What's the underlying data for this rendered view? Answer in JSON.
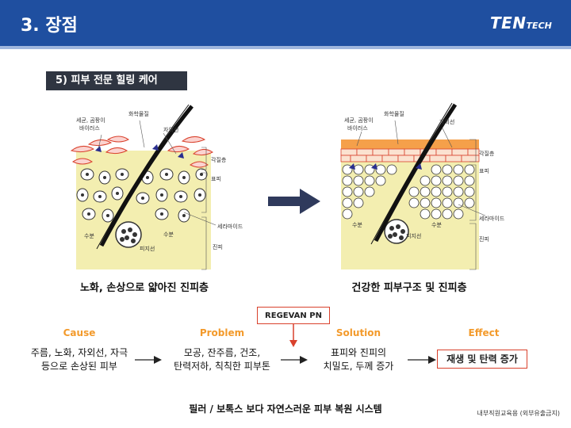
{
  "header": {
    "title": "3. 장점",
    "logo_main": "TEN",
    "logo_sub": "TECH"
  },
  "section": {
    "label": "5) 피부 전문 힐링 케어"
  },
  "left_panel": {
    "caption": "노화, 손상으로 얇아진 진피층",
    "tags": {
      "bacteria": [
        "세균, 곰팡이",
        "바이러스"
      ],
      "chemical": "화학물질",
      "uv": "자외선",
      "stratum": "각질층",
      "epidermis": "표피",
      "ceramide": "세라마이드",
      "dermis": "진피",
      "moisture_left": "수분",
      "moisture_right": "수분",
      "sebum": "피지선"
    }
  },
  "right_panel": {
    "caption": "건강한 피부구조 및 진피층",
    "tags": {
      "bacteria": [
        "세균, 곰팡이",
        "바이러스"
      ],
      "chemical": "화학물질",
      "uv": "자외선",
      "stratum": "각질층",
      "epidermis": "표피",
      "ceramide": "세라마이드",
      "dermis": "진피",
      "moisture_left": "수분",
      "moisture_right": "수분",
      "sebum": "피지선"
    }
  },
  "flow": {
    "regevan": "REGEVAN PN",
    "cause": {
      "head": "Cause",
      "line1": "주름, 노화, 자외선, 자극",
      "line2": "등으로 손상된 피부"
    },
    "problem": {
      "head": "Problem",
      "line1": "모공, 잔주름, 건조,",
      "line2": "탄력저하, 칙칙한 피부톤"
    },
    "solution": {
      "head": "Solution",
      "line1": "표피와 진피의",
      "line2": "치밀도, 두께 증가"
    },
    "effect": {
      "head": "Effect",
      "box": "재생 및 탄력 증가"
    }
  },
  "footer": {
    "text": "필러 / 보톡스 보다 자연스러운 피부 복원 시스템",
    "note": "내부직원교육용 (외부유출금지)"
  },
  "colors": {
    "header": "#1f4fa0",
    "accent_orange": "#f39a2b",
    "box_red": "#d9412c",
    "skin_yellow": "#f3eeb0"
  }
}
